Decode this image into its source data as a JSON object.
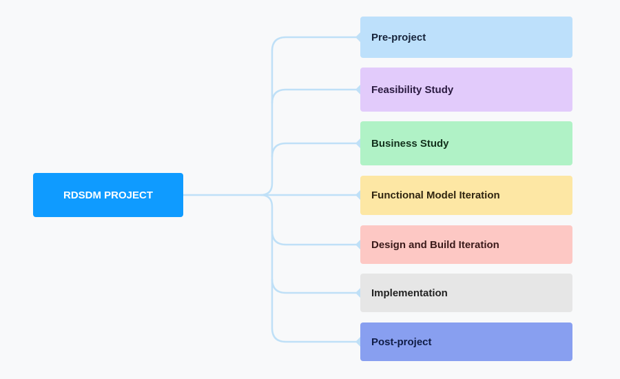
{
  "root": {
    "label": "RDSDM PROJECT"
  },
  "phases": [
    {
      "label": "Pre-project"
    },
    {
      "label": "Feasibility Study"
    },
    {
      "label": "Business Study"
    },
    {
      "label": "Functional Model Iteration"
    },
    {
      "label": "Design and Build Iteration"
    },
    {
      "label": "Implementation"
    },
    {
      "label": "Post-project"
    }
  ],
  "colors": {
    "root": "#0f9bff",
    "connector": "#bfe0f7"
  }
}
